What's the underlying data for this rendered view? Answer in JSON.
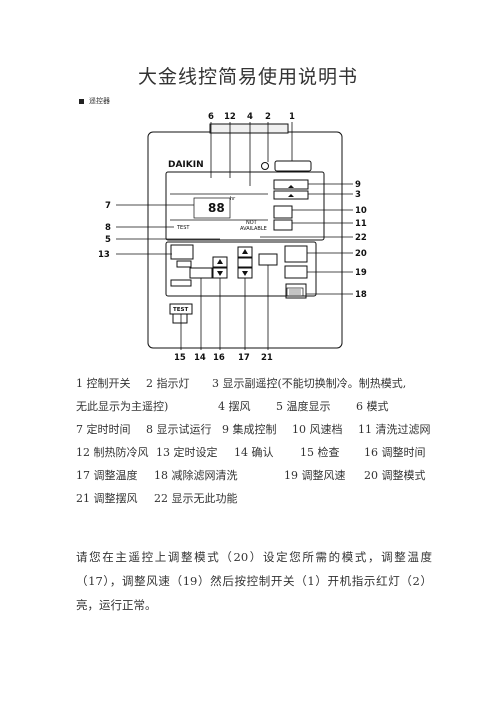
{
  "title": "大金线控简易使用说明书",
  "section_label": "遥控器",
  "figure": {
    "brand": "DAIKIN",
    "not_available": [
      "NOT",
      "AVAILABLE"
    ],
    "test_button": "TEST",
    "screen_test": "TEST",
    "screen_hr": "hr",
    "callouts_top": [
      "6",
      "12",
      "4",
      "2",
      "1"
    ],
    "callouts_right": [
      "9",
      "3",
      "10",
      "11",
      "22",
      "20",
      "19",
      "18"
    ],
    "callouts_left": [
      "7",
      "8",
      "5",
      "13"
    ],
    "callouts_bottom": [
      "15",
      "14",
      "16",
      "17",
      "21"
    ]
  },
  "legend": [
    [
      "1 控制开关",
      "2 指示灯",
      "3 显示副遥控(不能切换制冷。制热模式,"
    ],
    [
      "无此显示为主遥控)",
      "4 摆风",
      "5 温度显示",
      "6 模式"
    ],
    [
      "7 定时时间",
      "8 显示试运行",
      "9 集成控制",
      "10 风速档",
      "11 清洗过滤网"
    ],
    [
      "12 制热防冷风",
      "13 定时设定",
      "14 确认",
      "15 检查",
      "16 调整时间"
    ],
    [
      "17 调整温度",
      "18 减除滤网清洗",
      "19 调整风速",
      "20 调整模式"
    ],
    [
      "21 调整摆风",
      "22 显示无此功能"
    ]
  ],
  "paragraph": "请您在主遥控上调整模式（20）设定您所需的模式，调整温度（17），调整风速（19）然后按控制开关（1）开机指示红灯（2）亮，运行正常。"
}
